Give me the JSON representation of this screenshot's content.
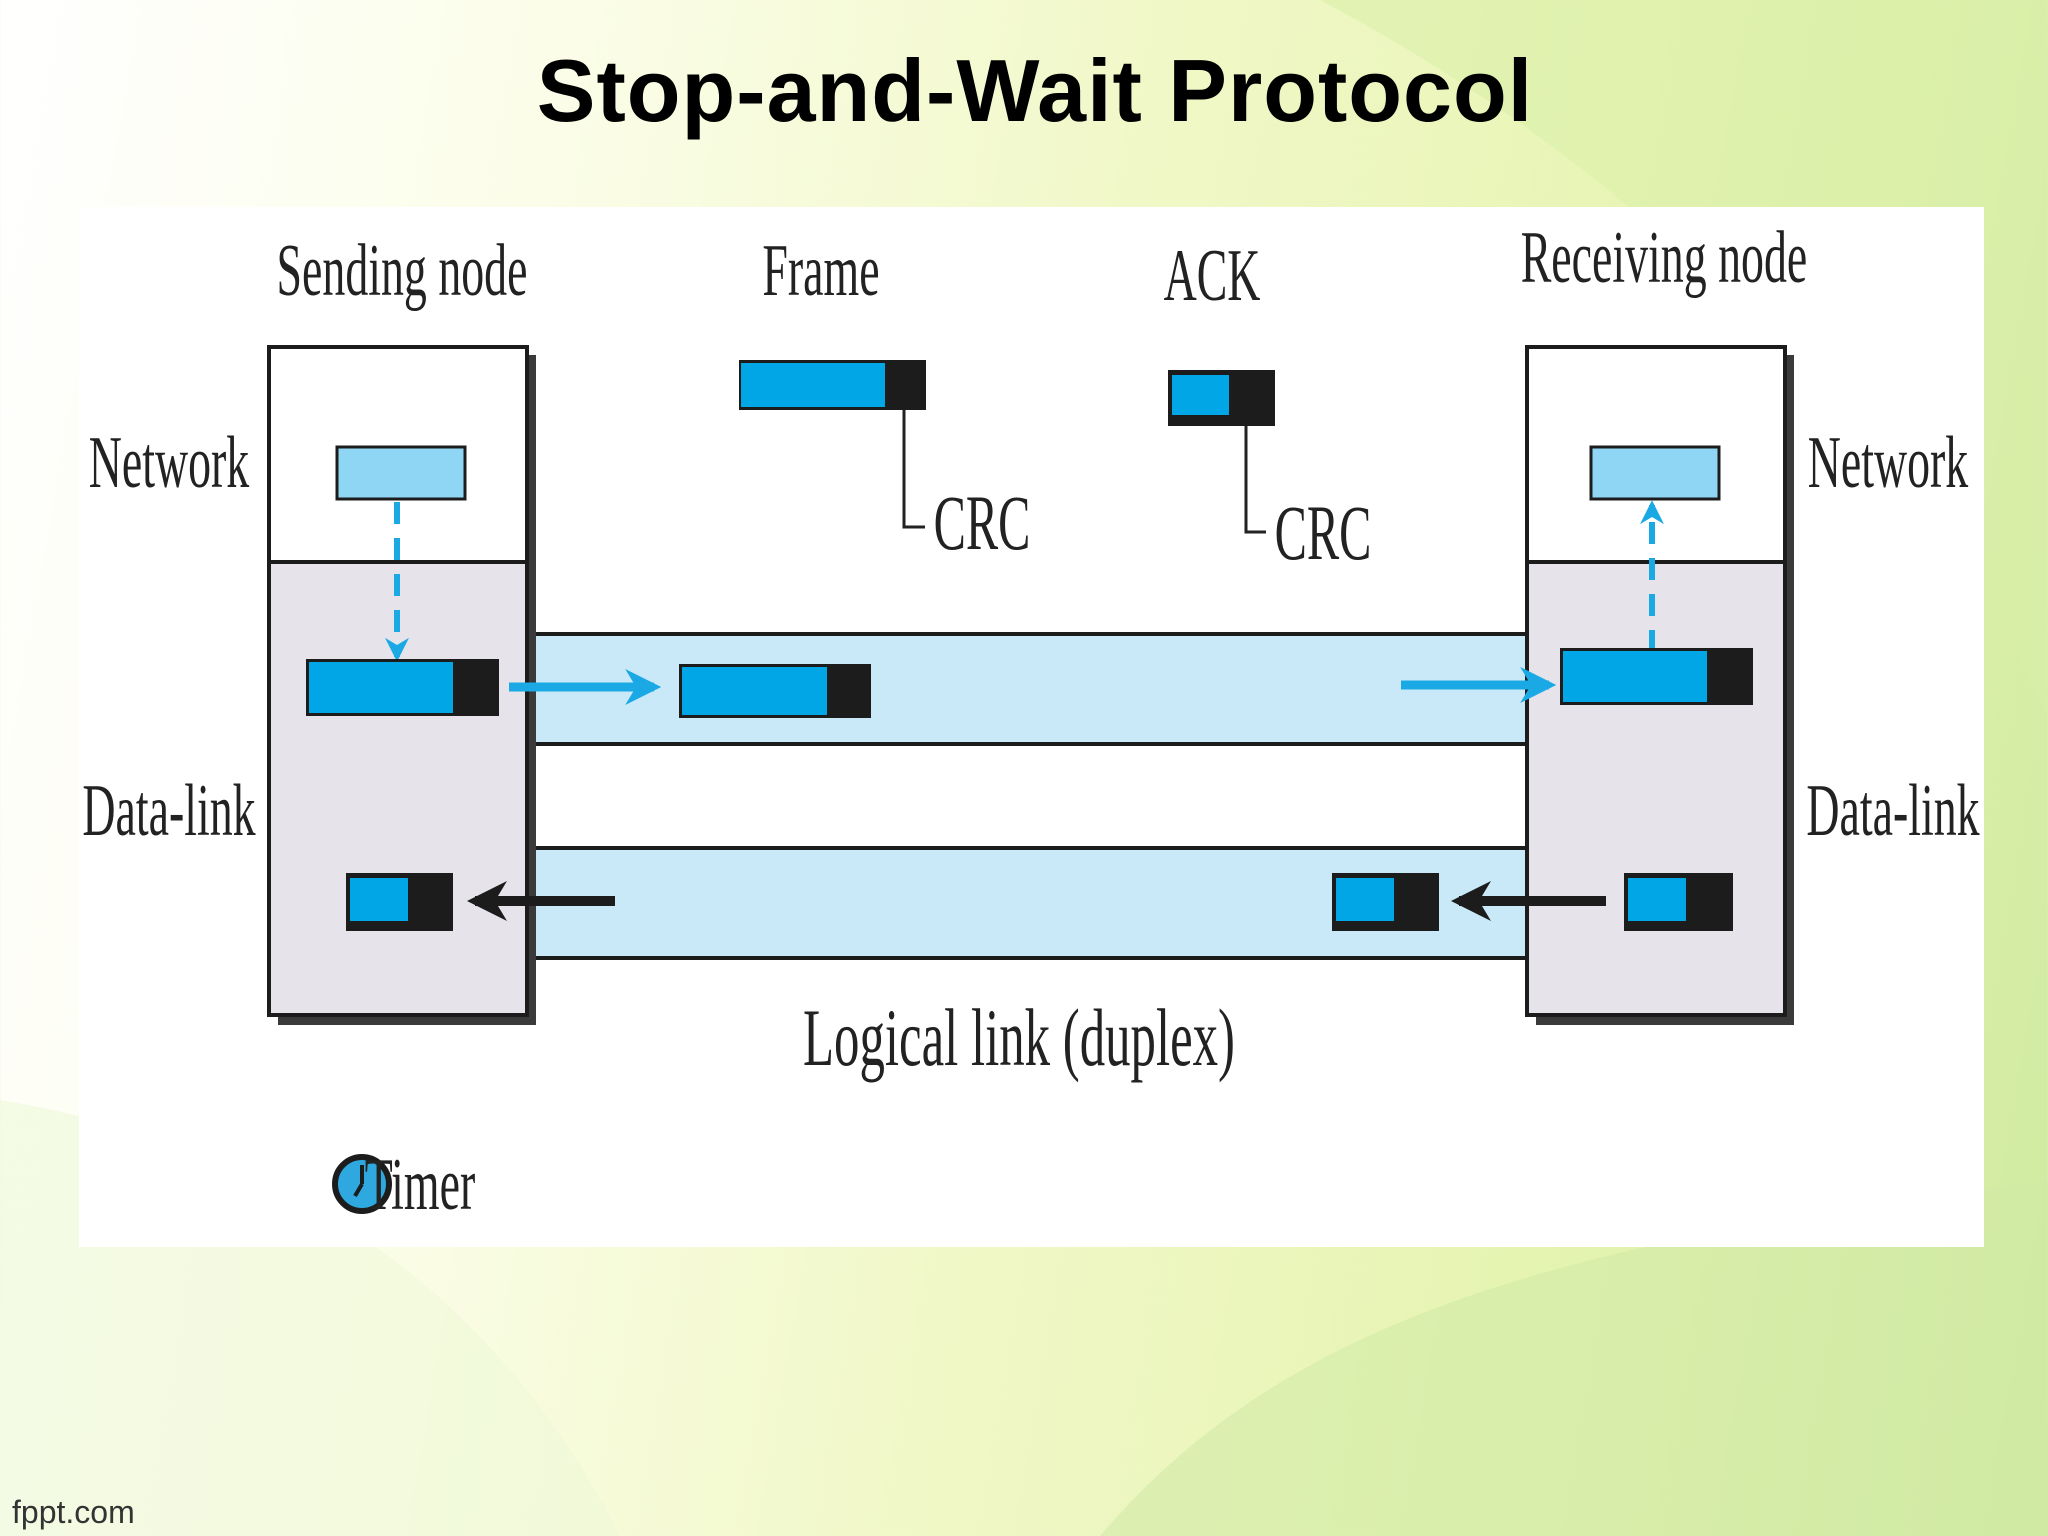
{
  "slide": {
    "title": "Stop-and-Wait Protocol",
    "footer": "fppt.com"
  },
  "diagram": {
    "sending_node": "Sending node",
    "receiving_node": "Receiving node",
    "frame_label": "Frame",
    "ack_label": "ACK",
    "crc_label": "CRC",
    "network_label": "Network",
    "datalink_label": "Data-link",
    "logical_link_label": "Logical link (duplex)",
    "timer_label": "Timer"
  },
  "colors": {
    "packet_blue": "#00a6e6",
    "network_packet": "#8fd6f4",
    "link_fill": "#c9e9f8",
    "node_gray": "#e6e4ea",
    "arrow_blue": "#1aa9e4",
    "arrow_black": "#1c1c1c"
  },
  "icons": [
    "clock-icon"
  ]
}
